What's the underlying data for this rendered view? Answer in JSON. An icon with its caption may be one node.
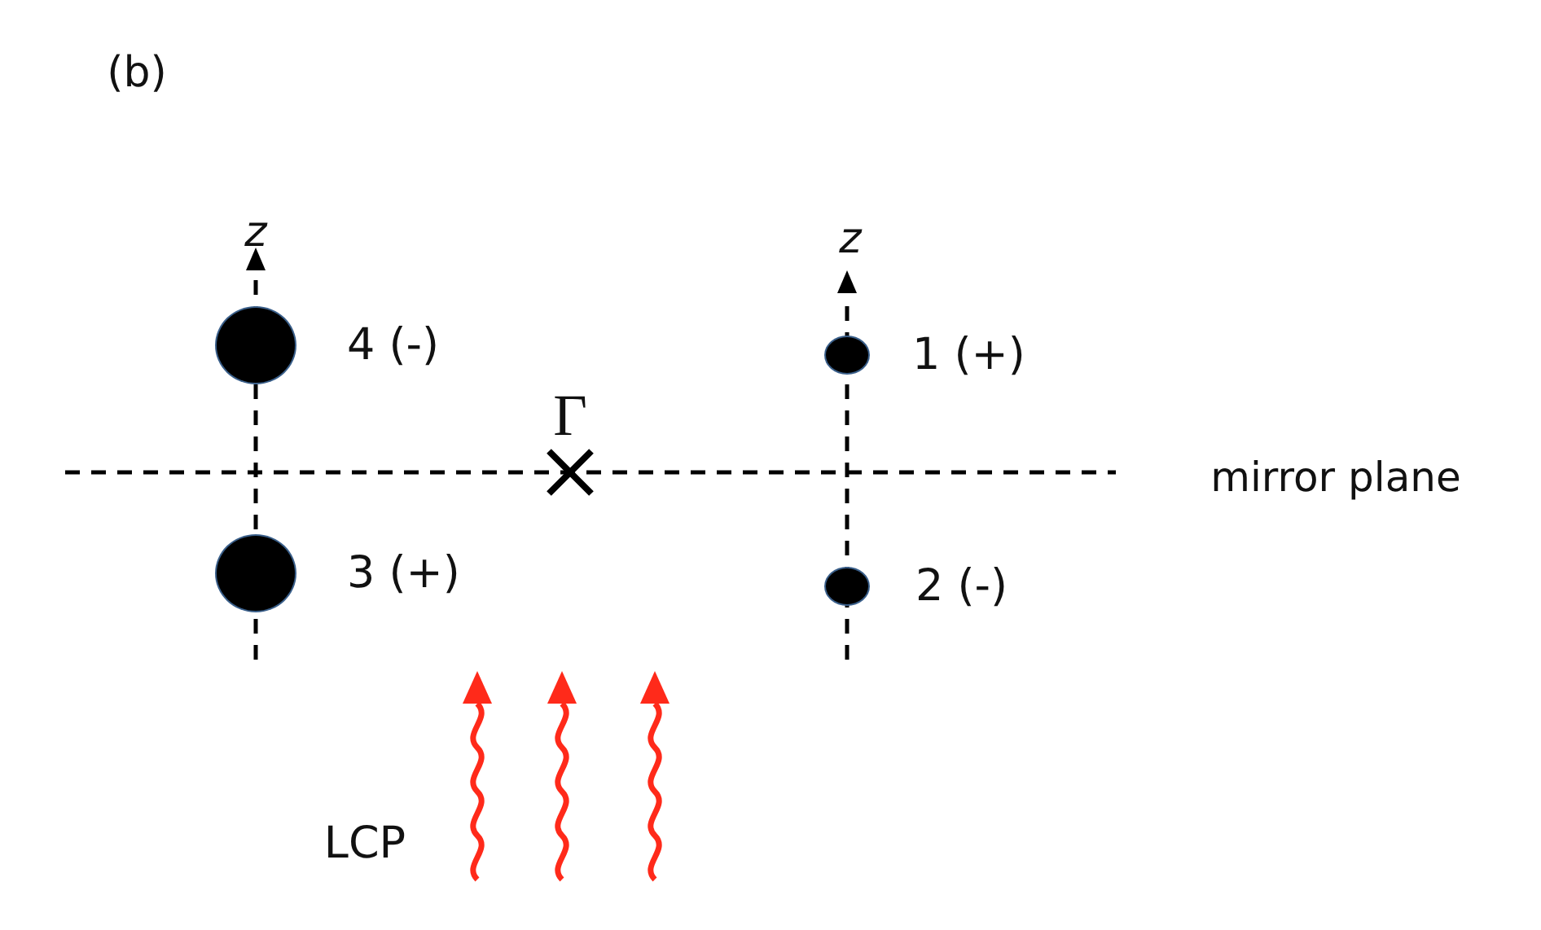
{
  "diagram": {
    "nodes": [
      {
        "text": [],
        "shape": "circle",
        "beside": [
          "4 (-)"
        ]
      },
      {
        "text": [],
        "shape": "circle",
        "beside": [
          "1 (+)"
        ]
      },
      {
        "text": [],
        "shape": "circle",
        "beside": [
          "3 (+)"
        ]
      },
      {
        "text": [],
        "shape": "circle",
        "beside": [
          "2 (-)"
        ]
      }
    ],
    "labels": [
      "(b)",
      "z",
      "z",
      "Γ",
      "mirror plane",
      "LCP"
    ]
  }
}
